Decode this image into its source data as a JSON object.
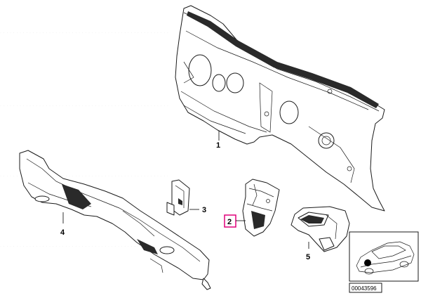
{
  "callouts": [
    {
      "id": "1",
      "label": "1",
      "highlighted": false
    },
    {
      "id": "2",
      "label": "2",
      "highlighted": true
    },
    {
      "id": "3",
      "label": "3",
      "highlighted": false
    },
    {
      "id": "4",
      "label": "4",
      "highlighted": false
    },
    {
      "id": "5",
      "label": "5",
      "highlighted": false
    }
  ],
  "reference_number": "00043596",
  "colors": {
    "highlight": "#e0007a",
    "line": "#1a1a1a",
    "background": "#ffffff"
  },
  "icons": {
    "car_thumbnail": "car-location-icon"
  }
}
